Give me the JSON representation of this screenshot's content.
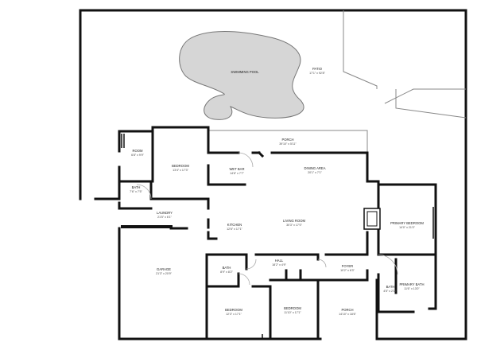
{
  "rooms": {
    "swimming_pool": {
      "name": "SWIMMING POOL"
    },
    "patio": {
      "name": "PATIO",
      "dim": "17'1\" x 92'8\""
    },
    "porch_top": {
      "name": "PORCH",
      "dim": "39'10\" x 5'11\""
    },
    "room": {
      "name": "ROOM",
      "dim": "6'8\" x 9'9\""
    },
    "bedroom_nw": {
      "name": "BEDROOM",
      "dim": "13'4\" x 17'3\""
    },
    "wet_bar": {
      "name": "WET BAR",
      "dim": "14'6\" x 7'7\""
    },
    "dining_area": {
      "name": "DINING AREA",
      "dim": "20'1\" x 7'1\""
    },
    "bath_nw": {
      "name": "BATH",
      "dim": "7'6\" x 7'5\""
    },
    "laundry": {
      "name": "LAUNDRY",
      "dim": "21'5\" x 6'1\""
    },
    "kitchen": {
      "name": "KITCHEN",
      "dim": "12'6\" x 17'1\""
    },
    "living_room": {
      "name": "LIVING ROOM",
      "dim": "30'3\" x 17'0\""
    },
    "primary_bedroom": {
      "name": "PRIMARY BEDROOM",
      "dim": "14'0\" x 21'0\""
    },
    "garage": {
      "name": "GARAGE",
      "dim": "21'3\" x 20'9\""
    },
    "bath_mid": {
      "name": "BATH",
      "dim": "8'9\" x 8'2\""
    },
    "hall": {
      "name": "HALL",
      "dim": "18'2\" x 4'9\""
    },
    "foyer": {
      "name": "FOYER",
      "dim": "10'2\" x 6'3\""
    },
    "bath_primary_wc": {
      "name": "BATH",
      "dim": "4'5\" x 2'11\""
    },
    "primary_bath": {
      "name": "PRIMARY BATH",
      "dim": "11'6\" x 13'0\""
    },
    "bedroom_sw": {
      "name": "BEDROOM",
      "dim": "12'3\" x 17'1\""
    },
    "bedroom_s": {
      "name": "BEDROOM",
      "dim": "11'10\" x 17'1\""
    },
    "porch_front": {
      "name": "PORCH",
      "dim": "14'10\" x 18'6\""
    }
  }
}
